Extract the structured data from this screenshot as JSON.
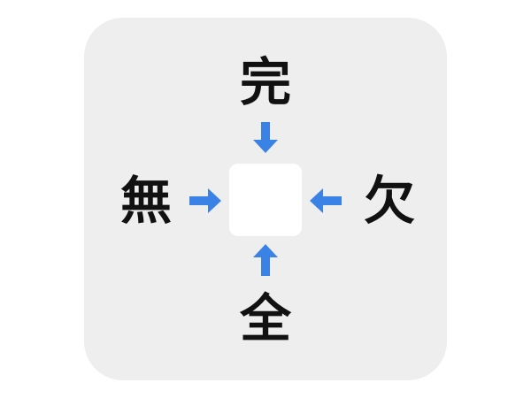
{
  "puzzle": {
    "top": "完",
    "left": "無",
    "right": "欠",
    "bottom": "全",
    "center_answer": ""
  },
  "colors": {
    "card_background": "#eeeeee",
    "arrow": "#3b82e6",
    "center_box": "#ffffff",
    "text": "#111111"
  }
}
